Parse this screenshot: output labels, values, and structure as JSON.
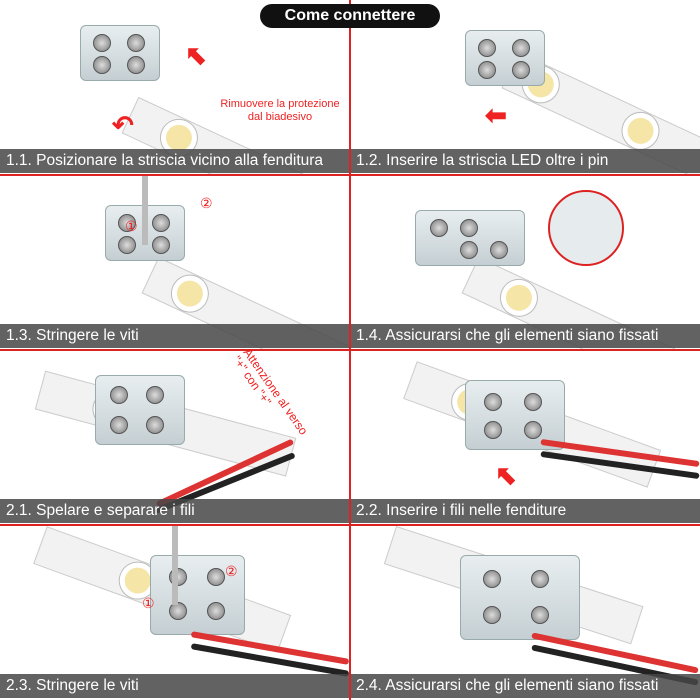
{
  "title": "Come connettere",
  "steps": [
    {
      "caption": "1.1. Posizionare la striscia vicino alla fenditura",
      "note": "Rimuovere la protezione dal biadesivo"
    },
    {
      "caption": "1.2. Inserire la striscia LED oltre i pin"
    },
    {
      "caption": "1.3.  Stringere le viti",
      "markers": [
        "①",
        "②"
      ]
    },
    {
      "caption": "1.4. Assicurarsi che gli elementi siano fissati"
    },
    {
      "caption": "2.1. Spelare e separare i fili",
      "note": "Attenzione al verso \"+\" con \"+\""
    },
    {
      "caption": "2.2. Inserire i fili nelle fenditure"
    },
    {
      "caption": "2.3.  Stringere le viti",
      "markers": [
        "①",
        "②"
      ]
    },
    {
      "caption": "2.4. Assicurarsi che gli elementi siano fissati"
    }
  ],
  "colors": {
    "accent": "#dd2222",
    "caption_bg": "#464646"
  }
}
